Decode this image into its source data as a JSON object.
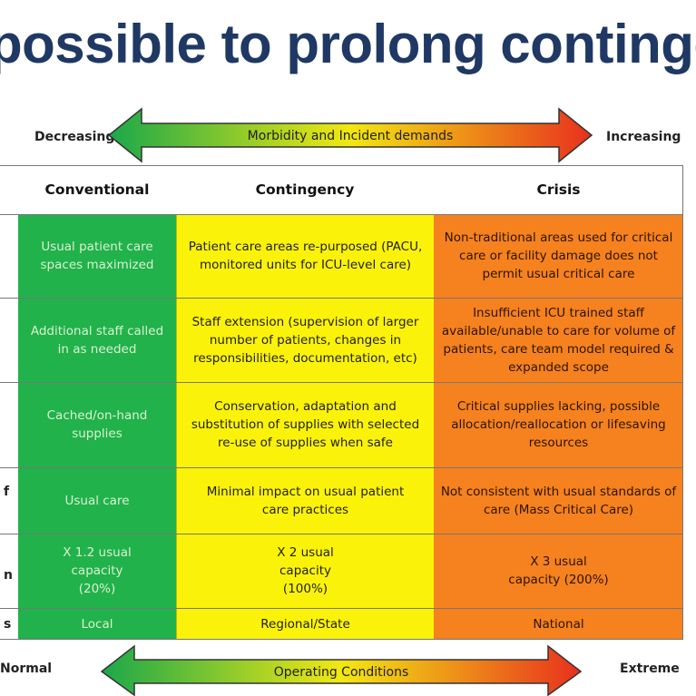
{
  "title": "possible to prolong continge",
  "top_scale": {
    "left_label": "Decreasing",
    "center_label": "Morbidity and Incident demands",
    "right_label": "Increasing"
  },
  "bottom_scale": {
    "left_label": "Normal",
    "center_label": "Operating Conditions",
    "right_label": "Extreme"
  },
  "columns": [
    "Conventional",
    "Contingency",
    "Crisis"
  ],
  "row_label_fragments": [
    "f",
    "n",
    "s"
  ],
  "rows": [
    {
      "conventional": "Usual patient care spaces maximized",
      "contingency": "Patient care areas re-purposed (PACU, monitored units for ICU-level care)",
      "crisis": "Non-traditional areas used for critical care or facility damage does not permit usual critical care"
    },
    {
      "conventional": "Additional staff called in as needed",
      "contingency": "Staff extension (supervision of larger number of patients, changes in responsibilities, documentation, etc)",
      "crisis": "Insufficient ICU trained staff available/unable to care for volume of patients, care team model required & expanded scope"
    },
    {
      "conventional": "Cached/on-hand supplies",
      "contingency": "Conservation, adaptation and substitution of supplies with selected re-use of supplies when safe",
      "crisis": "Critical supplies lacking, possible allocation/reallocation or lifesaving resources"
    },
    {
      "conventional": "Usual care",
      "contingency": "Minimal impact on usual patient care practices",
      "crisis": "Not consistent with usual standards of care (Mass Critical Care)"
    },
    {
      "conventional": "X 1.2 usual capacity (20%)",
      "contingency": "X 2 usual capacity (100%)",
      "crisis": "X 3 usual capacity (200%)"
    },
    {
      "conventional": "Local",
      "contingency": "Regional/State",
      "crisis": "National"
    }
  ],
  "colors": {
    "conventional": "#21b24b",
    "contingency": "#fbf20a",
    "crisis": "#f6811f",
    "title": "#1f3864"
  }
}
